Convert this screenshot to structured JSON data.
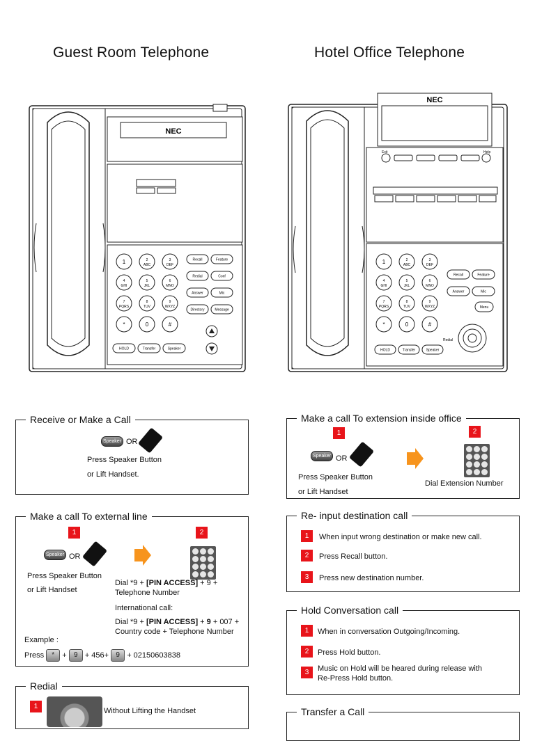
{
  "titles": {
    "guest": "Guest Room Telephone",
    "office": "Hotel Office Telephone"
  },
  "phones": {
    "brand": "NEC",
    "keys": [
      "1",
      "2\nABC",
      "3\nDEF",
      "4\nGHI",
      "5\nJKL",
      "6\nMNO",
      "7\nPQRS",
      "8\nTUV",
      "9\nWXYZ",
      "*",
      "0",
      "#"
    ],
    "guest_side": [
      "Recall",
      "Feature",
      "Redial",
      "Conf",
      "Answer",
      "Mic",
      "Directory",
      "Message"
    ],
    "guest_bottom": [
      "HOLD",
      "Transfer",
      "Speaker"
    ],
    "office_side": [
      "Recall",
      "Feature",
      "Answer",
      "Mic",
      "Menu"
    ],
    "office_bottom": [
      "HOLD",
      "Transfer",
      "Speaker"
    ],
    "office_top": [
      "Exit",
      "Help"
    ],
    "office_nav": "Redial"
  },
  "receive": {
    "title": "Receive or Make a Call",
    "speaker_label": "Speaker",
    "or": "OR",
    "line1": "Press Speaker Button",
    "line2": "or Lift Handset."
  },
  "external": {
    "title": "Make a call To external line",
    "step1": "1",
    "step2": "2",
    "speaker_label": "Speaker",
    "or": "OR",
    "line1": "Press Speaker Button",
    "line2": "or Lift Handset",
    "dial_a": "Dial *9 + ",
    "dial_pin": "[PIN ACCESS]",
    "dial_b": " + 9 +",
    "dial_c": "Telephone Number",
    "intl_label": "International call:",
    "intl_a": "Dial *9 + ",
    "intl_pin": "[PIN ACCESS]",
    "intl_plus": " + ",
    "intl_nine": "9",
    "intl_b": " + 007 +",
    "intl_c": "Country code + Telephone Number",
    "example_label": "Example :",
    "press": "Press",
    "key_star": "*",
    "key_nine": "9",
    "plus": "+",
    "mid": "+ 456+",
    "end": "+ 02150603838"
  },
  "redial": {
    "title": "Redial",
    "step1": "1",
    "line1": "Without Lifting the Handset"
  },
  "office_call": {
    "title": "Make a call To extension inside office",
    "step1": "1",
    "step2": "2",
    "speaker_label": "Speaker",
    "or": "OR",
    "line1": "Press Speaker Button",
    "line2": "or Lift Handset",
    "dial": "Dial Extension Number"
  },
  "reinput": {
    "title": "Re- input destination call",
    "items": [
      {
        "n": "1",
        "text": "When input wrong destination or make new call."
      },
      {
        "n": "2",
        "text": "Press Recall button."
      },
      {
        "n": "3",
        "text": "Press new destination number."
      }
    ]
  },
  "hold": {
    "title": "Hold Conversation call",
    "items": [
      {
        "n": "1",
        "text": "When in conversation Outgoing/Incoming."
      },
      {
        "n": "2",
        "text": "Press Hold button."
      },
      {
        "n": "3",
        "text": "Music on Hold will be heared during release with",
        "text2": "Re-Press Hold button."
      }
    ]
  },
  "transfer": {
    "title": "Transfer a Call"
  },
  "colors": {
    "step_red": "#e8141a",
    "arrow_orange": "#f7941d"
  }
}
